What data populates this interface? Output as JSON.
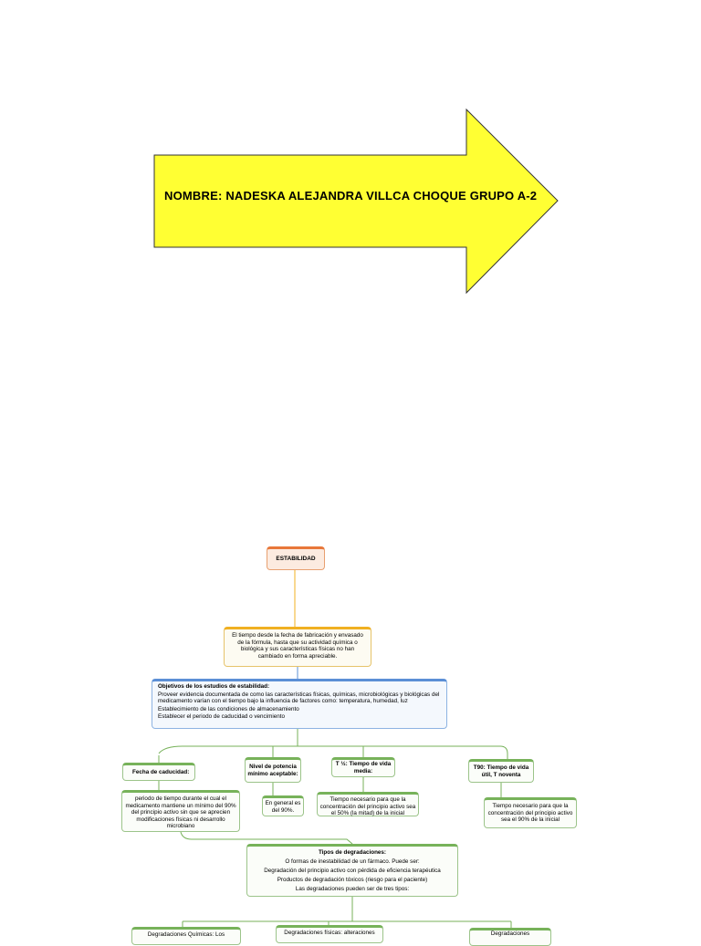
{
  "header": {
    "arrow_text": "NOMBRE: NADESKA ALEJANDRA VILLCA CHOQUE GRUPO A-2",
    "arrow_color": "#ffff33"
  },
  "map": {
    "root": "ESTABILIDAD",
    "definition": "El tiempo desde la fecha de fabricación y envasado de la fórmula, hasta que su actividad química o biológica y sus características físicas no han cambiado en forma apreciable.",
    "objectives": {
      "title": "Objetivos de los estudios de estabilidad:",
      "items": [
        "Proveer evidencia documentada de como las características físicas, químicas, microbiológicas y biológicas del medicamento varían con el tiempo bajo la influencia de factores como: temperatura, humedad, luz",
        "Establecimiento de las condiciones de almacenamiento",
        "Establecer el periodo de caducidad o vencimiento"
      ]
    },
    "concepts": [
      {
        "label": "Fecha de caducidad:",
        "detail": "periodo de tiempo durante el cual el medicamento mantiene un mínimo del 90% del principio activo sin que se aprecien modificaciones físicas ni desarrollo microbiano"
      },
      {
        "label": "Nivel de potencia mínimo aceptable:",
        "detail": "En general es del 90%."
      },
      {
        "label": "T ½: Tiempo de vida media:",
        "detail": "Tiempo necesario para que la concentración del principio activo sea el 50% (la mitad) de la inicial"
      },
      {
        "label": "T90: Tiempo de vida útil, T noventa",
        "detail": "Tiempo necesario para que la concentración del principio activo sea el 90% de la inicial"
      }
    ],
    "degradations": {
      "title": "Tipos de degradaciones:",
      "lines": [
        "O formas de inestabilidad de un fármaco. Puede ser:",
        "Degradación del principio activo con pérdida de eficiencia terapéutica",
        "Productos de degradación tóxicos (riesgo para el paciente)",
        "Las degradaciones pueden ser de tres tipos:"
      ]
    },
    "bottom": [
      "Degradaciones Químicas: Los",
      "Degradaciones físicas: alteraciones",
      "Degradaciones"
    ]
  },
  "colors": {
    "root_accent": "#e8773a",
    "definition_accent": "#f0b022",
    "objectives_accent": "#5b8fd6",
    "green_accent": "#77b25a"
  }
}
